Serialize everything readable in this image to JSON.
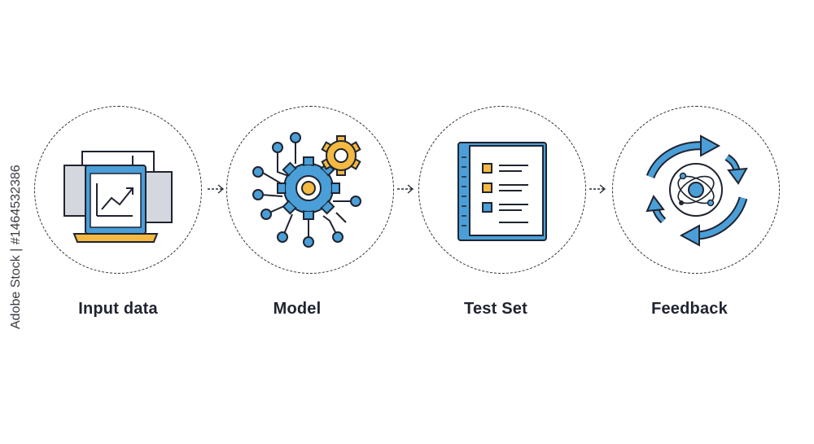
{
  "steps": [
    {
      "label": "Input data",
      "icon": "laptop-chart-icon"
    },
    {
      "label": "Model",
      "icon": "network-gears-icon"
    },
    {
      "label": "Test Set",
      "icon": "checklist-document-icon"
    },
    {
      "label": "Feedback",
      "icon": "cycle-arrows-icon"
    }
  ],
  "side_caption": "Adobe Stock | #1464532386",
  "colors": {
    "outline": "#1f2430",
    "blue": "#4a9fd8",
    "yellow": "#f4b942",
    "light_blue": "#cfe6f5",
    "gray": "#d4d8de"
  }
}
